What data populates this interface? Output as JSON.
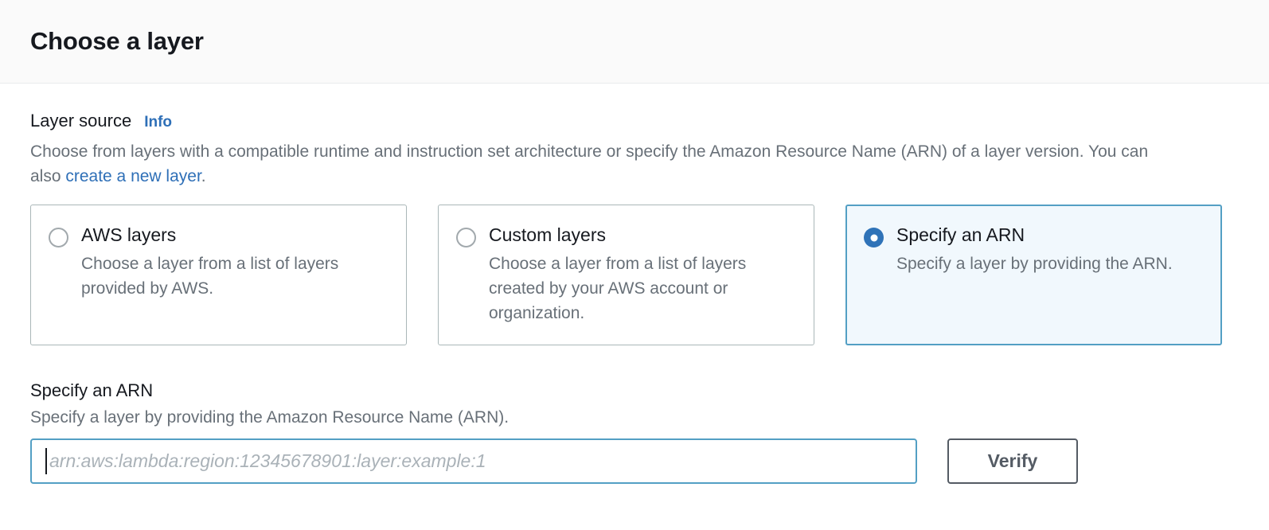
{
  "header": {
    "title": "Choose a layer"
  },
  "layer_source": {
    "label": "Layer source",
    "info_link": "Info",
    "description_before": "Choose from layers with a compatible runtime and instruction set architecture or specify the Amazon Resource Name (ARN) of a layer version. You can also ",
    "description_link": "create a new layer",
    "description_after": ".",
    "options": [
      {
        "title": "AWS layers",
        "description": "Choose a layer from a list of layers provided by AWS.",
        "selected": false
      },
      {
        "title": "Custom layers",
        "description": "Choose a layer from a list of layers created by your AWS account or organization.",
        "selected": false
      },
      {
        "title": "Specify an ARN",
        "description": "Specify a layer by providing the ARN.",
        "selected": true
      }
    ]
  },
  "arn_section": {
    "heading": "Specify an ARN",
    "subtext": "Specify a layer by providing the Amazon Resource Name (ARN).",
    "input_placeholder": "arn:aws:lambda:region:12345678901:layer:example:1",
    "input_value": "",
    "verify_label": "Verify"
  },
  "colors": {
    "accent_blue": "#2e6fb7",
    "selected_border": "#539fc4",
    "selected_background": "#f1f8fd",
    "radio_checked": "#2f73b8",
    "text_primary": "#16191f",
    "text_secondary": "#687078",
    "button_border": "#545b64",
    "header_background": "#fafafa"
  }
}
